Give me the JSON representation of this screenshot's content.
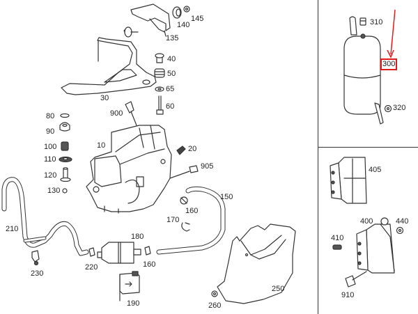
{
  "diagram": {
    "title": "Air suspension compressor unit - exploded parts view",
    "highlighted_part": "300",
    "highlight_color": "#e21b1b",
    "panels": [
      {
        "name": "main-assembly",
        "parts": [
          "10",
          "20",
          "30",
          "40",
          "50",
          "60",
          "65",
          "80",
          "90",
          "100",
          "110",
          "120",
          "130",
          "135",
          "140",
          "145",
          "150",
          "160",
          "170",
          "180",
          "190",
          "210",
          "220",
          "230",
          "250",
          "260",
          "900",
          "905"
        ]
      },
      {
        "name": "pressure-reservoir",
        "parts": [
          "300",
          "310",
          "320"
        ]
      },
      {
        "name": "valve-block",
        "parts": [
          "400",
          "405",
          "410",
          "440",
          "910"
        ]
      }
    ]
  },
  "labels": {
    "p10": "10",
    "p20": "20",
    "p30": "30",
    "p40": "40",
    "p50": "50",
    "p60": "60",
    "p65": "65",
    "p80": "80",
    "p90": "90",
    "p100": "100",
    "p110": "110",
    "p120": "120",
    "p130": "130",
    "p135": "135",
    "p140": "140",
    "p145": "145",
    "p150": "150",
    "p160a": "160",
    "p160b": "160",
    "p170": "170",
    "p180": "180",
    "p190": "190",
    "p210": "210",
    "p220": "220",
    "p230": "230",
    "p250": "250",
    "p260": "260",
    "p900": "900",
    "p905": "905",
    "p300": "300",
    "p310": "310",
    "p320": "320",
    "p400": "400",
    "p405": "405",
    "p410": "410",
    "p440": "440",
    "p910": "910"
  }
}
